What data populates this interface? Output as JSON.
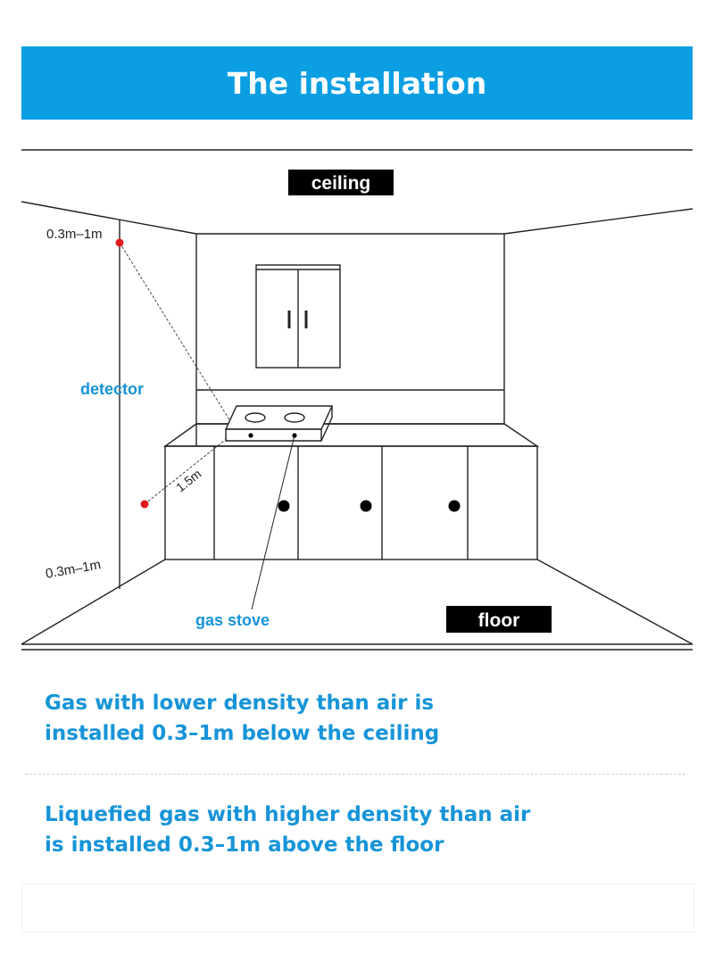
{
  "header": {
    "title": "The installation"
  },
  "diagram": {
    "ceiling_label": "ceiling",
    "floor_label": "floor",
    "detector_label": "detector",
    "gas_stove_label": "gas stove",
    "top_distance": "0.3m–1m",
    "bottom_distance": "0.3m–1m",
    "stove_distance": "1.5m",
    "colors": {
      "accent": "#0b9ee3",
      "label_text": "#1694d8",
      "detector_dot": "#e11b1b",
      "tag_bg": "#000000"
    }
  },
  "notes": {
    "lighter_gas": [
      "Gas with lower density than air is",
      "installed 0.3–1m below the ceiling"
    ],
    "heavier_gas": [
      "Liquefied gas with higher density than air",
      "is installed 0.3–1m above the floor"
    ]
  }
}
